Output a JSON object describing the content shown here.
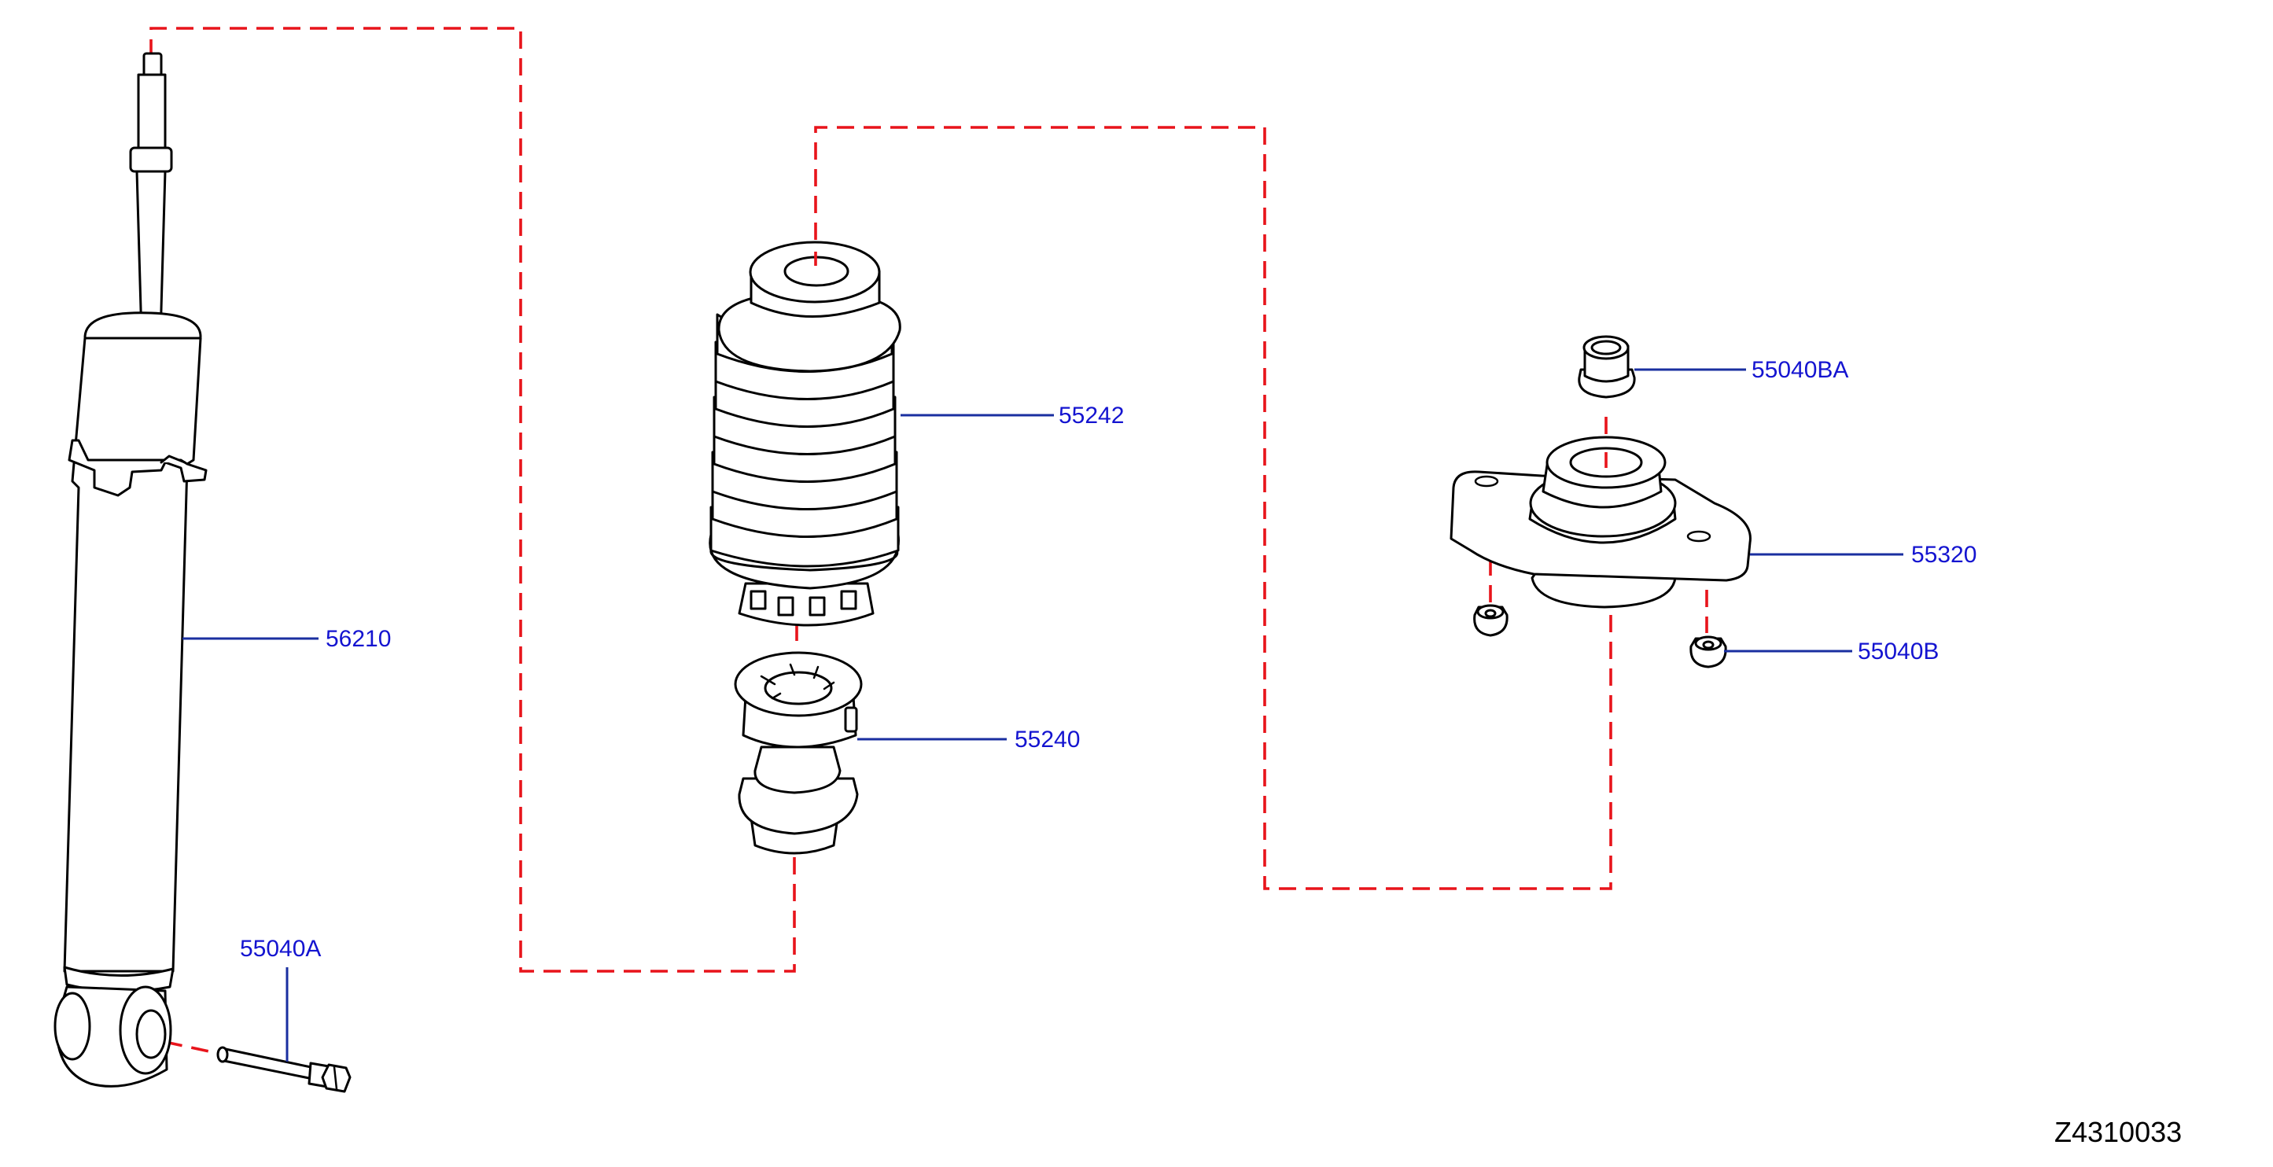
{
  "diagram": {
    "colors": {
      "line": "#000000",
      "connector": "#e8141b",
      "leader": "#1a2fa0",
      "label": "#1414d0"
    },
    "parts": [
      {
        "id": "56210",
        "label": "56210"
      },
      {
        "id": "55040A",
        "label": "55040A"
      },
      {
        "id": "55242",
        "label": "55242"
      },
      {
        "id": "55240",
        "label": "55240"
      },
      {
        "id": "55040BA",
        "label": "55040BA"
      },
      {
        "id": "55320",
        "label": "55320"
      },
      {
        "id": "55040B",
        "label": "55040B"
      }
    ],
    "figure_code": "Z4310033"
  }
}
